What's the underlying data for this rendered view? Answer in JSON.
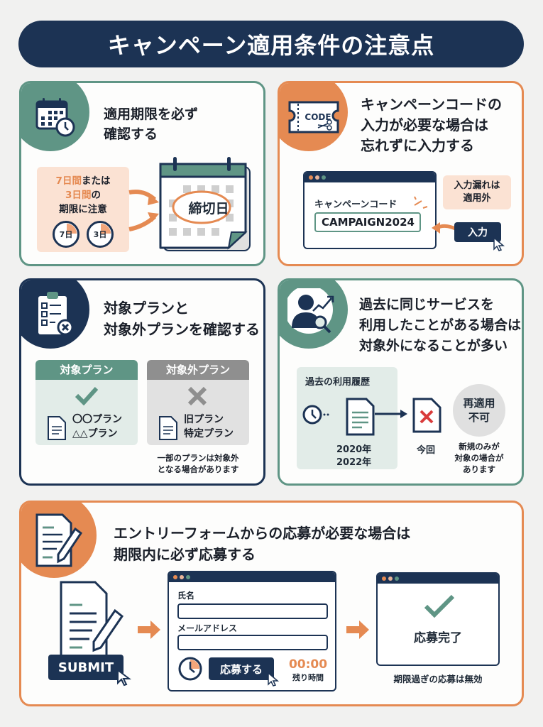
{
  "title": "キャンペーン適用条件の注意点",
  "colors": {
    "navy": "#1c3354",
    "green": "#5f9585",
    "orange": "#e58a52",
    "peach": "#fbe2d3"
  },
  "card1": {
    "icon": "calendar-clock-icon",
    "title_line1": "適用期限を必ず",
    "title_line2": "確認する",
    "box_line1_highlight": "7日間",
    "box_line1_rest": "または",
    "box_line2_highlight": "3日間",
    "box_line2_rest": "の",
    "box_line3": "期限に注意",
    "timer1": "7日",
    "timer2": "3日",
    "calendar_label": "締切日"
  },
  "card2": {
    "icon": "coupon-code-icon",
    "icon_text": "CODE",
    "title_line1": "キャンペーンコードの",
    "title_line2": "入力が必要な場合は",
    "title_line3": "忘れずに入力する",
    "field_label": "キャンペーンコード",
    "field_value": "CAMPAIGN2024",
    "bubble_line1": "入力漏れは",
    "bubble_line2": "適用外",
    "button_label": "入力"
  },
  "card3": {
    "icon": "checklist-icon",
    "title_line1": "対象プランと",
    "title_line2": "対象外プランを確認する",
    "eligible": {
      "header": "対象プラン",
      "items": [
        "〇〇プラン",
        "△△プラン"
      ]
    },
    "ineligible": {
      "header": "対象外プラン",
      "items": [
        "旧プラン",
        "特定プラン"
      ]
    },
    "note_line1": "一部のプランは対象外",
    "note_line2": "となる場合があります"
  },
  "card4": {
    "icon": "user-search-icon",
    "title_line1": "過去に同じサービスを",
    "title_line2": "利用したことがある場合は",
    "title_line3": "対象外になることが多い",
    "history_label": "過去の利用履歴",
    "years": [
      "2020年",
      "2022年"
    ],
    "current_label": "今回",
    "bubble_line1": "再適用",
    "bubble_line2": "不可",
    "note_lines": [
      "新規のみが",
      "対象の場合が",
      "あります"
    ]
  },
  "card5": {
    "icon": "form-pen-icon",
    "title_line1": "エントリーフォームからの応募が必要な場合は",
    "title_line2": "期限内に必ず応募する",
    "submit_label": "SUBMIT",
    "name_label": "氏名",
    "email_label": "メールアドレス",
    "apply_button": "応募する",
    "timer_value": "00:00",
    "timer_label": "残り時間",
    "complete_label": "応募完了",
    "expired_note": "期限過ぎの応募は無効"
  }
}
